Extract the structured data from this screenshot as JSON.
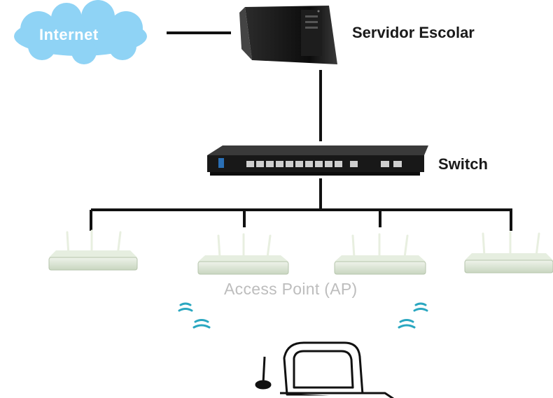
{
  "diagram": {
    "internet_label": "Internet",
    "server_label": "Servidor Escolar",
    "switch_label": "Switch",
    "access_point_label": "Access Point (AP)"
  },
  "nodes": {
    "internet": {
      "icon": "cloud-icon",
      "color": "#8fd3f5"
    },
    "server": {
      "icon": "server-tower-icon",
      "color": "#111111"
    },
    "switch": {
      "icon": "network-switch-icon",
      "color": "#1b1b1b"
    },
    "access_points": {
      "icon": "wireless-router-icon",
      "count": 4,
      "color": "#dfe9d6"
    },
    "laptop": {
      "icon": "laptop-icon",
      "color": "#ffffff"
    }
  },
  "wifi_signal_color": "#2aa7c0"
}
